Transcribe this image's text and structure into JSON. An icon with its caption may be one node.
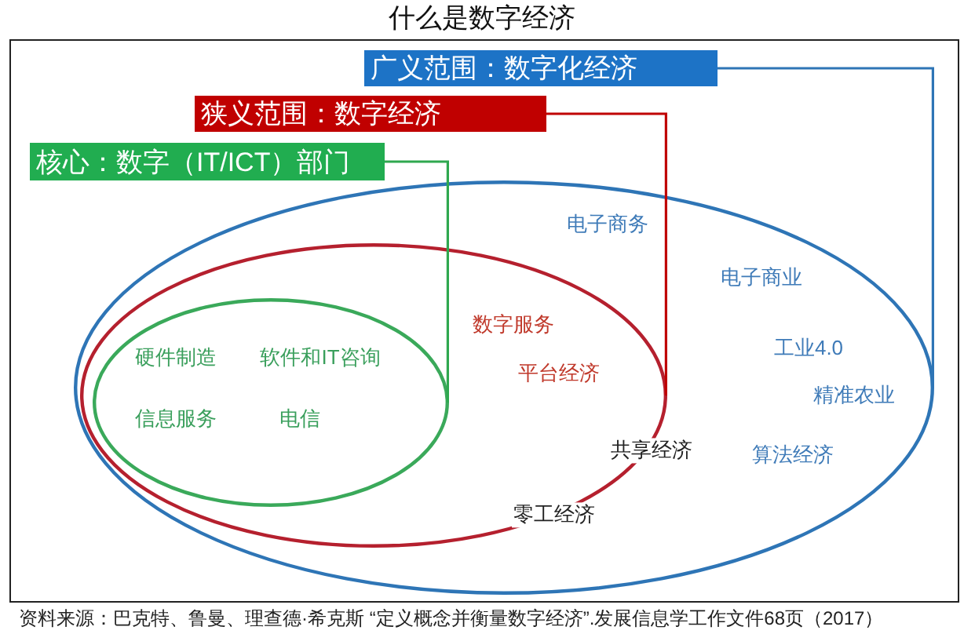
{
  "diagram": {
    "title": "什么是数字经济",
    "nodes": [
      {
        "text": [
          "广义范围：数字化经济"
        ]
      },
      {
        "text": [
          "狭义范围：数字经济"
        ]
      },
      {
        "text": [
          "核心：数字（IT/ICT）部门"
        ]
      },
      {
        "text": [
          "电子商务",
          "电子商业",
          "工业4.0",
          "精准农业",
          "共享经济",
          "算法经济",
          "零工经济"
        ]
      },
      {
        "text": [
          "数字服务",
          "平台经济"
        ],
        "in": 3
      },
      {
        "text": [
          "硬件制造",
          "软件和IT咨询",
          "信息服务",
          "电信"
        ],
        "in": 4
      }
    ],
    "edges": [
      {
        "from": 0,
        "to": 3,
        "arrow": "none",
        "color": "#2e75b6"
      },
      {
        "from": 1,
        "to": 4,
        "arrow": "none",
        "color": "#c00000"
      },
      {
        "from": 2,
        "to": 5,
        "arrow": "none",
        "color": "#2fa84f"
      }
    ],
    "caption": "资料来源：巴克特、鲁曼、理查德·希克斯 “定义概念并衡量数字经济”.发展信息学工作文件68页（2017）"
  }
}
